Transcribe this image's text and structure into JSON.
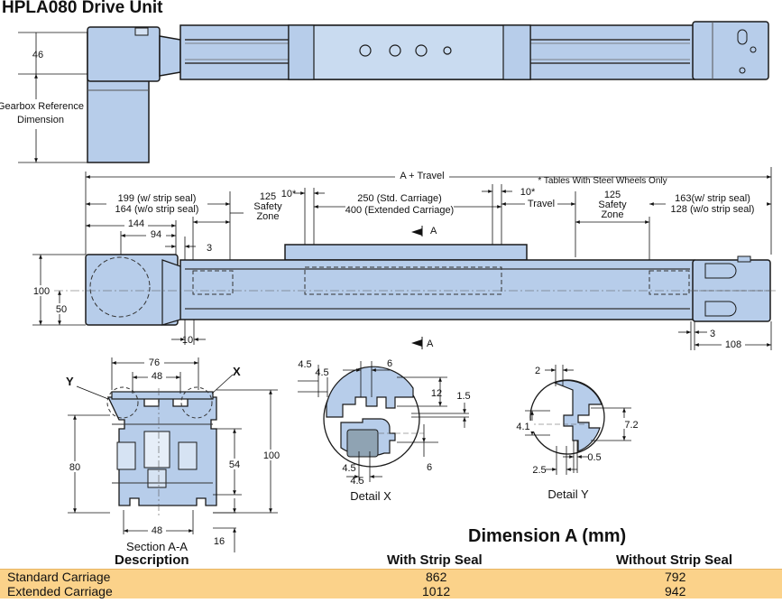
{
  "title": "HPLA080 Drive Unit",
  "top_view": {
    "dim_46": "46",
    "gearbox_ref": [
      "Gearbox Reference",
      "Dimension"
    ]
  },
  "side_view": {
    "a_travel": "A + Travel",
    "note": "* Tables With Steel Wheels Only",
    "strip_seal_left": [
      "199 (w/ strip seal)",
      "164 (w/o strip seal)"
    ],
    "dim_144": "144",
    "dim_94": "94",
    "dim_3_left": "3",
    "safety_zone_left": [
      "125",
      "Safety",
      "Zone"
    ],
    "dim_10_star_left": "10*",
    "carriage": [
      "250 (Std. Carriage)",
      "400 (Extended Carriage)"
    ],
    "dim_10_star_right": "10*",
    "travel": "Travel",
    "safety_zone_right": [
      "125",
      "Safety",
      "Zone"
    ],
    "strip_seal_right": [
      "163(w/ strip seal)",
      "128 (w/o strip seal)"
    ],
    "section_mark_top": "A",
    "section_mark_bottom": "A",
    "dim_100": "100",
    "dim_50": "50",
    "dim_10_bottom": "10",
    "dim_3_right": "3",
    "dim_108": "108"
  },
  "section_aa": {
    "label_y": "Y",
    "label_x": "X",
    "dim_76": "76",
    "dim_48_top": "48",
    "dim_80": "80",
    "dim_54": "54",
    "dim_100": "100",
    "dim_48_bottom": "48",
    "dim_16": "16",
    "caption": "Section A-A"
  },
  "detail_x": {
    "dim_4_5_a": "4.5",
    "dim_4_5_b": "4.5",
    "dim_6_top": "6",
    "dim_12": "12",
    "dim_1_5": "1.5",
    "dim_4_5_c": "4.5",
    "dim_4_5_d": "4.5",
    "dim_6_bottom": "6",
    "caption": "Detail X"
  },
  "detail_y": {
    "dim_2": "2",
    "dim_4_1": "4.1",
    "dim_7_2": "7.2",
    "dim_0_5": "0.5",
    "dim_2_5": "2.5",
    "caption": "Detail Y"
  },
  "dimension_table": {
    "title": "Dimension A (mm)",
    "headers": [
      "Description",
      "With Strip Seal",
      "Without Strip Seal"
    ],
    "rows": [
      {
        "description": "Standard Carriage",
        "with_seal": "862",
        "without_seal": "792"
      },
      {
        "description": "Extended Carriage",
        "with_seal": "1012",
        "without_seal": "942"
      }
    ]
  },
  "colors": {
    "body_blue": "#b7cdea",
    "outline": "#1a1a1a",
    "table_row": "#fbd28a"
  }
}
